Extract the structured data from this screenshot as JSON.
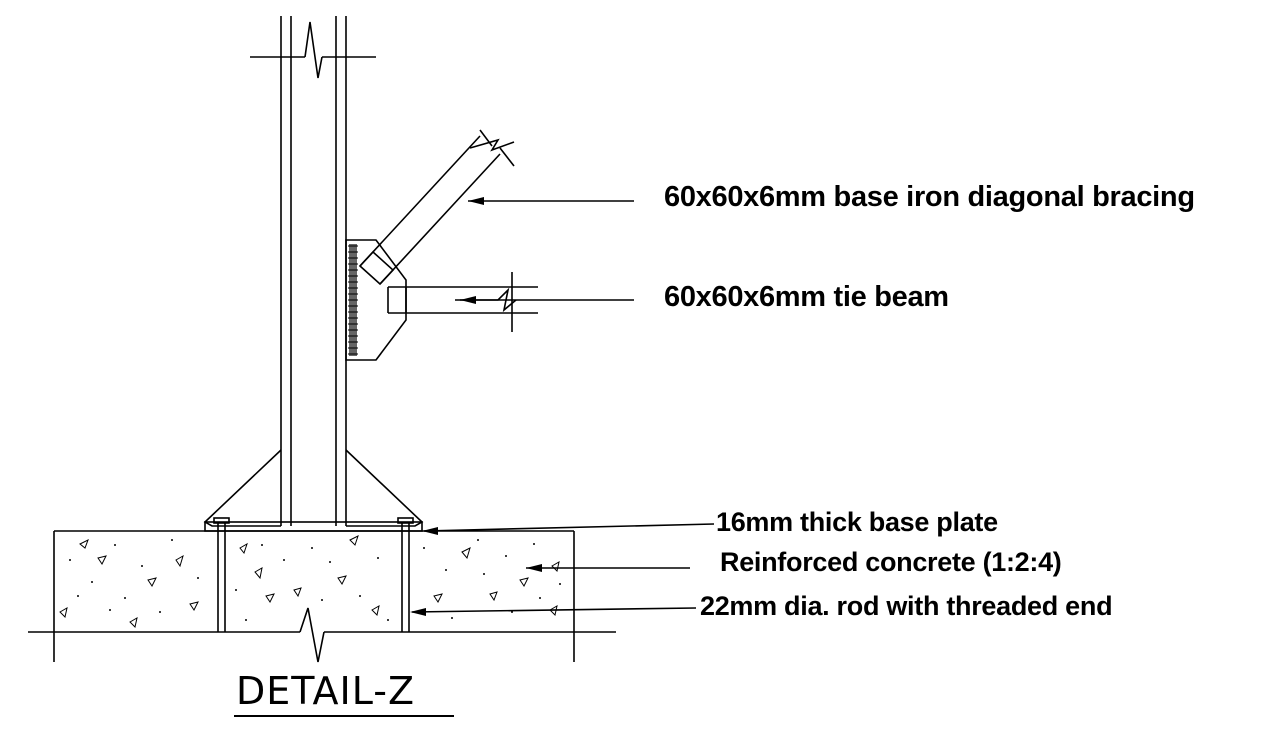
{
  "drawing": {
    "title": "DETAIL-Z",
    "labels": {
      "diagonal_bracing": "60x60x6mm base iron diagonal bracing",
      "tie_beam": "60x60x6mm tie beam",
      "base_plate": "16mm thick base plate",
      "concrete": "Reinforced concrete (1:2:4)",
      "anchor_rod": "22mm dia. rod with threaded end"
    },
    "line_color": "#000000",
    "background": "#ffffff"
  }
}
